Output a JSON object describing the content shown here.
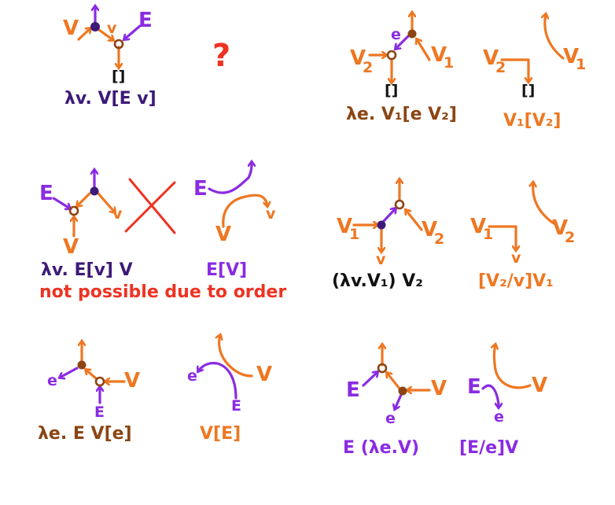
{
  "colors": {
    "orange": "#ee7722",
    "purple": "#8a2be2",
    "dark_purple": "#3d1a78",
    "brown": "#8b4513",
    "red": "#ee3322",
    "black": "#111111"
  },
  "symbols": {
    "V": "V",
    "v": "v",
    "E": "E",
    "e": "e",
    "brackets": "[]",
    "V1": "V",
    "V2": "V",
    "sub1": "1",
    "sub2": "2"
  },
  "question_mark": "?",
  "formulas": {
    "f1": "λv. V[E v]",
    "f2": "λe. V₁[e V₂]",
    "f3": "V₁[V₂]",
    "f4": "λv. E[v]  V",
    "f5": "E[V]",
    "f6": "(λv.V₁) V₂",
    "f7": "[V₂/v]V₁",
    "f8": "λe. E  V[e]",
    "f9": "V[E]",
    "f10": "E (λe.V)",
    "f11": "[E/e]V"
  },
  "note": "not possible due to order"
}
